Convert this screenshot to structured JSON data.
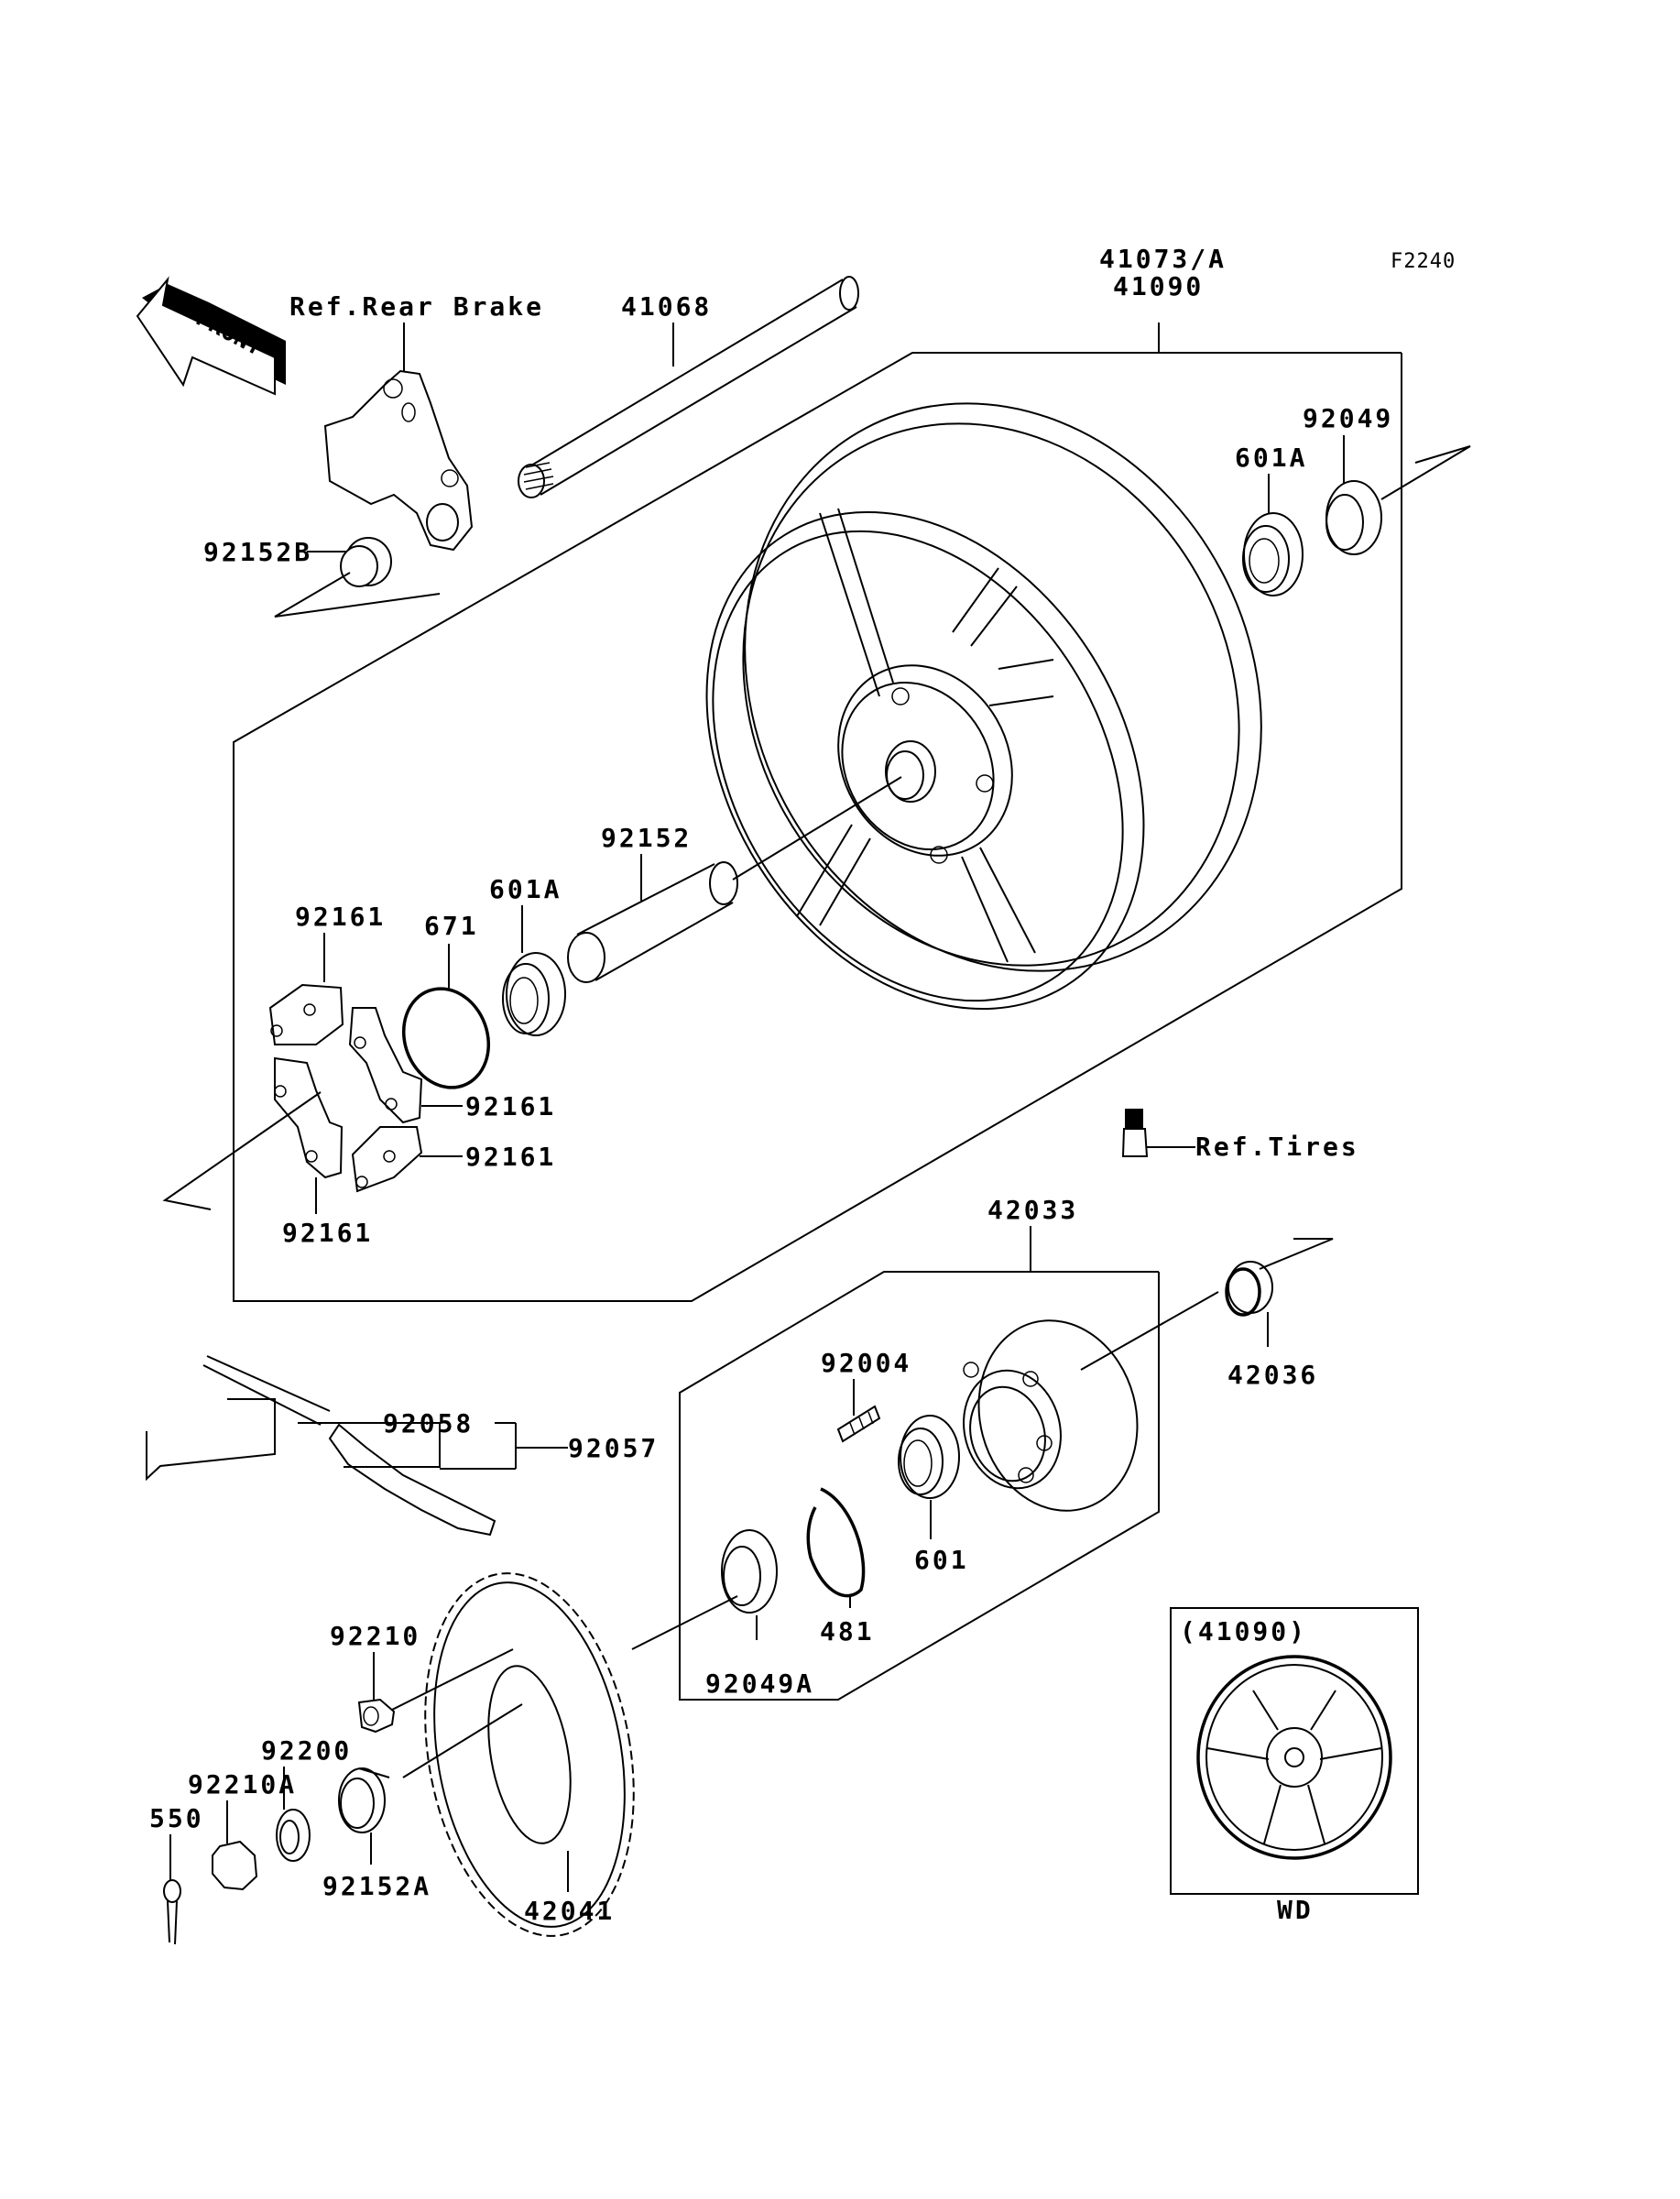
{
  "figure_code": "F2240",
  "front_arrow": {
    "label": "FRONT",
    "icon": "front-direction-arrow"
  },
  "references": {
    "rear_brake": "Ref.Rear Brake",
    "tires": "Ref.Tires"
  },
  "callouts": {
    "wheel_assy_a": "41073/A",
    "wheel_assy_b": "41090",
    "axle": "41068",
    "collar_b": "92152B",
    "bearing_601a_top": "601A",
    "oil_seal_92049": "92049",
    "collar_92152": "92152",
    "bearing_601a_mid": "601A",
    "o_ring": "671",
    "damper_1": "92161",
    "damper_2": "92161",
    "damper_3": "92161",
    "damper_4": "92161",
    "hub_assy": "42033",
    "cap_42036": "42036",
    "stud": "92004",
    "chain_link": "92058",
    "chain": "92057",
    "bearing_601": "601",
    "circlip": "481",
    "oil_seal_92049a": "92049A",
    "sprocket_nut": "92210",
    "washer": "92200",
    "axle_nut": "92210A",
    "cotter_pin": "550",
    "collar_a": "92152A",
    "sprocket": "42041"
  },
  "inset": {
    "title": "(41090)",
    "caption": "WD"
  }
}
